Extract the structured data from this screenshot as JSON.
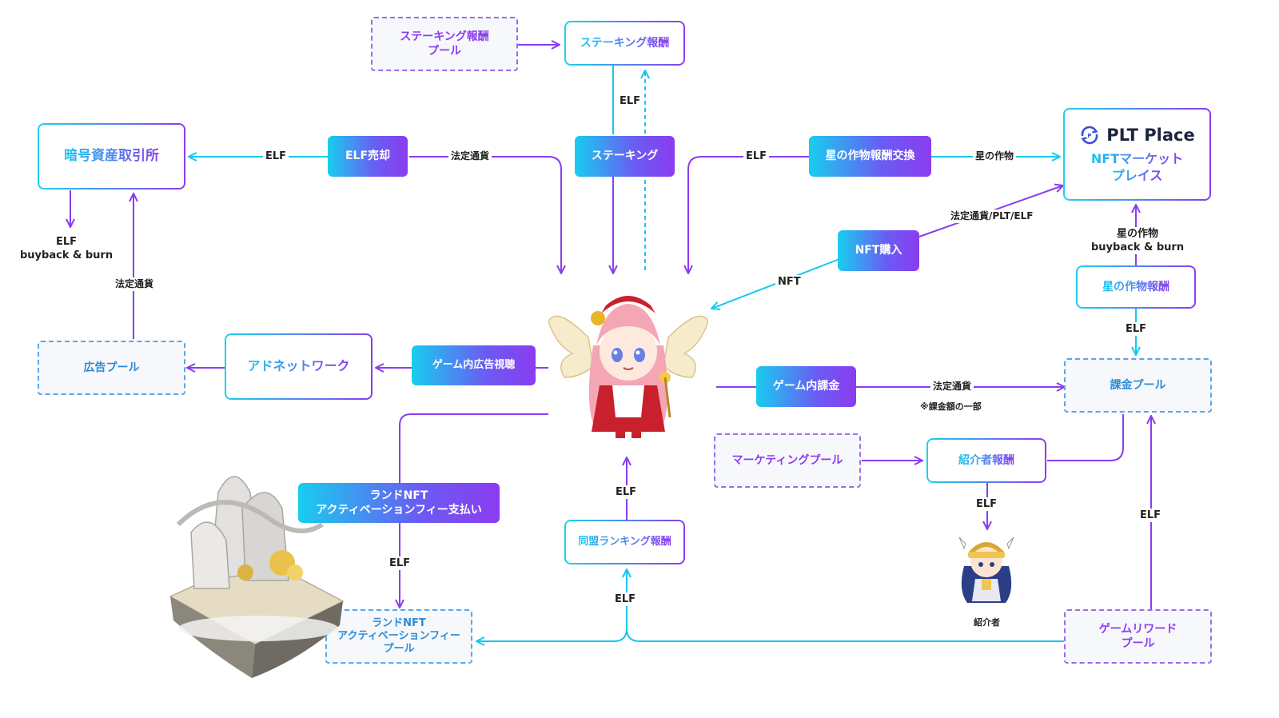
{
  "nodes": {
    "staking_reward_pool": [
      "ステーキング報酬",
      "プール"
    ],
    "staking_reward": "ステーキング報酬",
    "crypto_exchange": "暗号資産取引所",
    "elf_sale": "ELF売却",
    "staking": "ステーキング",
    "star_reward_exchange": "星の作物報酬交換",
    "plt_place_brand": "PLT Place",
    "plt_place_sub": [
      "NFTマーケット",
      "プレイス"
    ],
    "nft_purchase": "NFT購入",
    "star_crop_reward": "星の作物報酬",
    "ad_pool": "広告プール",
    "ad_network": "アドネットワーク",
    "in_game_ad_view": "ゲーム内広告視聴",
    "in_game_purchase": "ゲーム内課金",
    "billing_pool": "課金プール",
    "marketing_pool": "マーケティングプール",
    "referrer_reward": "紹介者報酬",
    "land_nft_payment": [
      "ランドNFT",
      "アクティベーションフィー支払い"
    ],
    "alliance_ranking_reward": "同盟ランキング報酬",
    "land_nft_pool": [
      "ランドNFT",
      "アクティベーションフィー",
      "プール"
    ],
    "game_reward_pool": [
      "ゲームリワード",
      "プール"
    ]
  },
  "labels": {
    "elf": "ELF",
    "fiat": "法定通貨",
    "star_crop": "星の作物",
    "fiat_plt_elf": "法定通貨/PLT/ELF",
    "nft": "NFT",
    "elf_buyback": [
      "ELF",
      "buyback & burn"
    ],
    "star_buyback": [
      "星の作物",
      "buyback & burn"
    ],
    "billing_note": "※課金額の一部",
    "referrer": "紹介者"
  },
  "colors": {
    "cyan": "#16c8ee",
    "purple": "#8b3cf0"
  },
  "icons": [
    "plt-place-logo-icon",
    "angel-girl-mascot",
    "referrer-character",
    "floating-island-land"
  ]
}
